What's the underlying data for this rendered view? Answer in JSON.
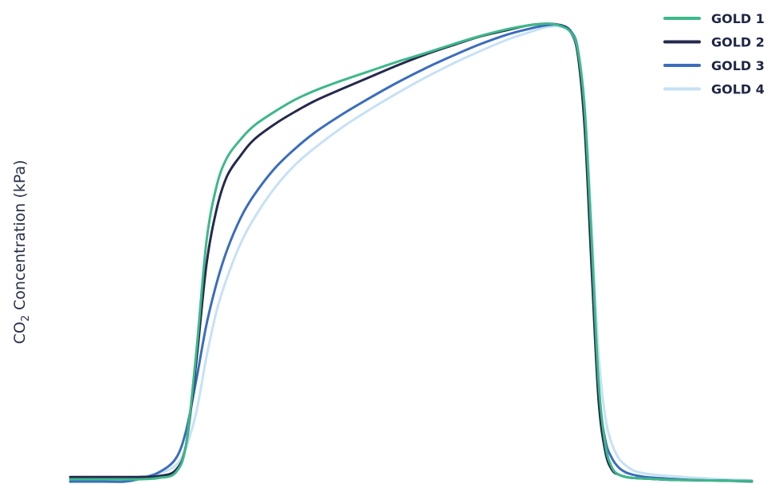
{
  "chart_data": {
    "type": "line",
    "title": "",
    "xlabel": "",
    "ylabel": {
      "prefix": "CO",
      "subscript": "2",
      "suffix": " Concentration (kPa)"
    },
    "grid": false,
    "legend_placement": "top-right",
    "x_range": [
      0,
      100
    ],
    "y_range": [
      0,
      100
    ],
    "series": [
      {
        "name": "GOLD 1",
        "color": "#3db88a",
        "x": [
          0,
          5,
          10,
          13,
          15.5,
          17,
          18.5,
          20,
          21.5,
          23,
          25,
          27,
          30,
          33,
          36,
          40,
          44,
          48,
          52,
          56,
          60,
          64,
          67,
          70,
          72,
          73.5,
          74.5,
          75.5,
          76.5,
          77.5,
          78.5,
          79.5,
          80.5,
          81.5,
          82.5,
          83.5,
          85,
          88,
          92,
          96,
          100
        ],
        "y": [
          0.5,
          0.5,
          0.5,
          0.8,
          2,
          8,
          28,
          52,
          64,
          70,
          74,
          77,
          80,
          82.6,
          84.6,
          86.8,
          88.8,
          90.8,
          92.6,
          94.5,
          96.3,
          97.8,
          98.6,
          99,
          98.5,
          97,
          93,
          80,
          52,
          22,
          8,
          3,
          1.5,
          1,
          0.8,
          0.7,
          0.6,
          0.4,
          0.3,
          0.2,
          0.1
        ]
      },
      {
        "name": "GOLD 2",
        "color": "#25294d",
        "x": [
          0,
          5,
          10,
          13,
          15.5,
          17,
          18.5,
          20,
          21.5,
          23,
          25,
          27,
          30,
          33,
          36,
          40,
          44,
          48,
          52,
          56,
          60,
          64,
          67,
          70,
          72,
          73.5,
          74.5,
          75.5,
          76.5,
          77.5,
          78.5,
          79.5,
          80.5,
          81.5,
          82.5,
          83.5,
          85,
          88,
          92,
          96,
          100
        ],
        "y": [
          1,
          1,
          1,
          1.2,
          2.5,
          8,
          26,
          47,
          59,
          66,
          70.5,
          74,
          77.3,
          80,
          82.4,
          85,
          87.5,
          90,
          92.3,
          94.3,
          96.2,
          97.6,
          98.6,
          99,
          98.6,
          97,
          92,
          76,
          46,
          18,
          6.5,
          2.5,
          1.5,
          1,
          0.8,
          0.7,
          0.6,
          0.4,
          0.3,
          0.2,
          0.1
        ]
      },
      {
        "name": "GOLD 3",
        "color": "#3a6dbd",
        "x": [
          0,
          5,
          8,
          10,
          13,
          15.5,
          17,
          18.5,
          20,
          21.5,
          23,
          25,
          27,
          30,
          33,
          36,
          40,
          44,
          48,
          52,
          56,
          60,
          64,
          67,
          70,
          72,
          73.5,
          74.5,
          75.5,
          76.5,
          77.5,
          78.5,
          79.5,
          80.5,
          81.5,
          82.5,
          83.5,
          85,
          88,
          92,
          96,
          100
        ],
        "y": [
          0,
          0,
          0,
          0.5,
          2,
          5,
          11,
          22,
          34,
          43,
          50,
          57,
          62,
          67.7,
          72,
          75.6,
          79.5,
          83,
          86.3,
          89.3,
          92,
          94.5,
          96.6,
          97.8,
          98.7,
          98.7,
          97.3,
          93,
          78,
          47,
          20,
          9,
          5,
          3,
          2,
          1.5,
          1.2,
          0.9,
          0.6,
          0.3,
          0.2,
          0
        ]
      },
      {
        "name": "GOLD 4",
        "color": "#c6e1f6",
        "x": [
          0,
          5,
          10,
          13,
          15.5,
          17,
          18.5,
          20,
          21.5,
          23,
          25,
          27,
          30,
          33,
          36,
          40,
          44,
          48,
          52,
          56,
          60,
          64,
          67,
          70,
          72,
          73.5,
          74.5,
          75.5,
          76.5,
          77.5,
          78.5,
          79.5,
          80.5,
          81.5,
          82.5,
          83.5,
          85,
          88,
          92,
          96,
          100
        ],
        "y": [
          0.5,
          0.5,
          1,
          1.8,
          3.5,
          7.5,
          15,
          27,
          37,
          44,
          51.5,
          57,
          63.5,
          68.5,
          72.3,
          76.7,
          80.5,
          84,
          87.3,
          90.3,
          93,
          95.5,
          97,
          98.3,
          98.4,
          97.3,
          93.8,
          81,
          55,
          28,
          14,
          8,
          5,
          3.5,
          2.5,
          2,
          1.6,
          1.2,
          0.8,
          0.5,
          0.3
        ]
      }
    ]
  }
}
